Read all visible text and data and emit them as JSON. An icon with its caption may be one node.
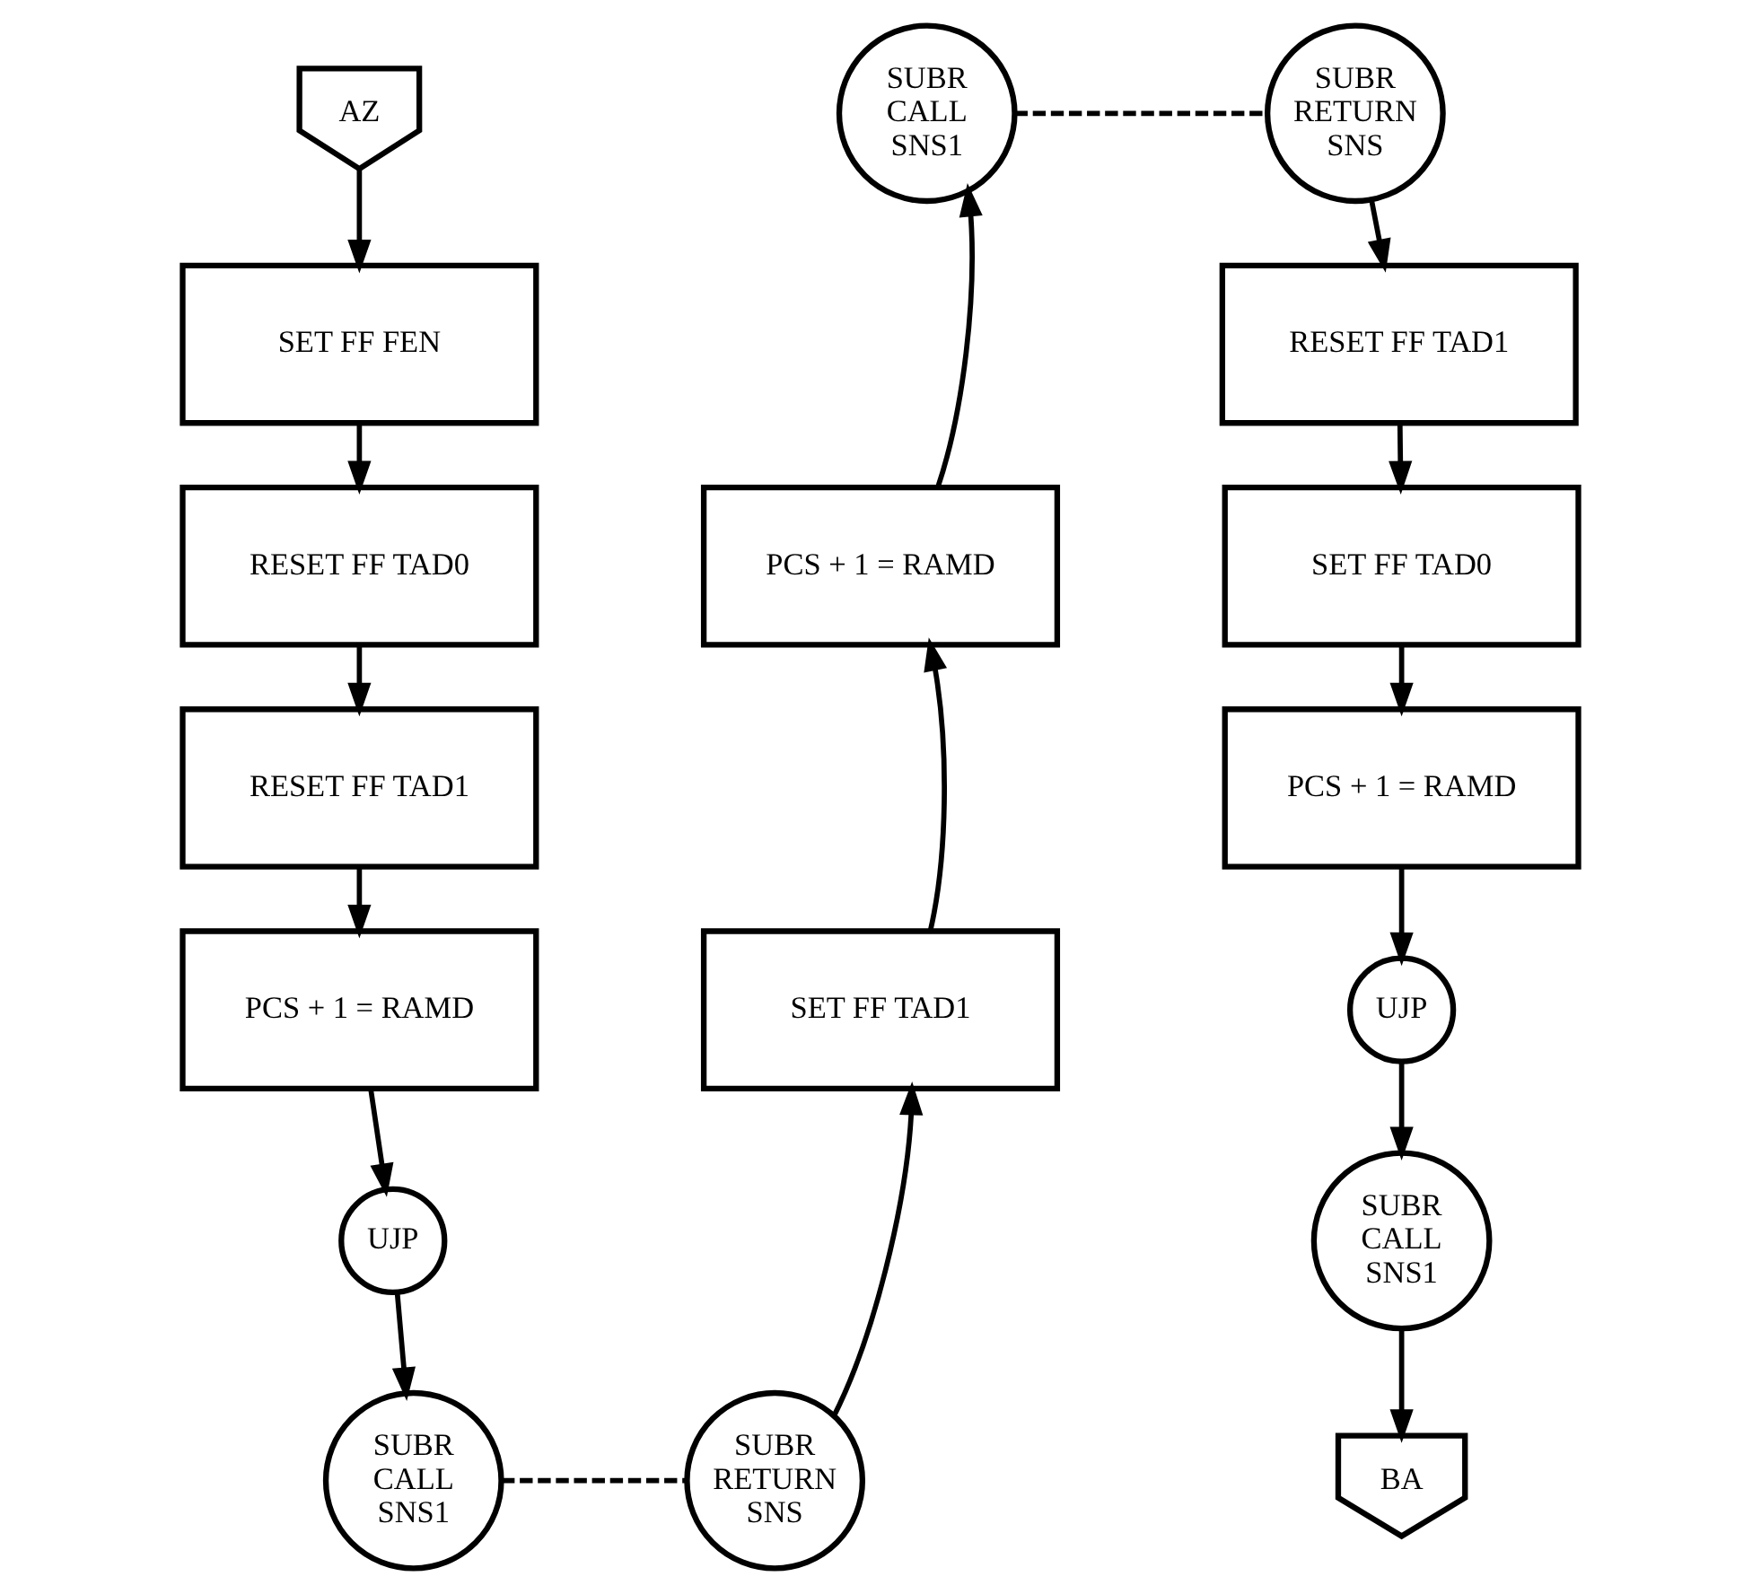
{
  "diagram": {
    "nodes": [
      {
        "text": [
          "AZ"
        ]
      },
      {
        "text": [
          "SET FF FEN"
        ]
      },
      {
        "text": [
          "RESET FF TAD0"
        ]
      },
      {
        "text": [
          "RESET FF TAD1"
        ]
      },
      {
        "text": [
          "PCS + 1 = RAMD"
        ]
      },
      {
        "text": [
          "UJP"
        ]
      },
      {
        "text": [
          "SUBR CALL SNS1"
        ]
      },
      {
        "text": [
          "SUBR RETURN SNS"
        ]
      },
      {
        "text": [
          "SET FF TAD1"
        ]
      },
      {
        "text": [
          "PCS + 1 = RAMD"
        ]
      },
      {
        "text": [
          "SUBR CALL SNS1"
        ]
      },
      {
        "text": [
          "SUBR RETURN SNS"
        ]
      },
      {
        "text": [
          "RESET FF TAD1"
        ]
      },
      {
        "text": [
          "SET FF TAD0"
        ]
      },
      {
        "text": [
          "PCS + 1 = RAMD"
        ]
      },
      {
        "text": [
          "UJP"
        ]
      },
      {
        "text": [
          "SUBR CALL SNS1"
        ]
      },
      {
        "text": [
          "BA"
        ]
      }
    ],
    "edges": [
      {
        "from": 0,
        "to": 1,
        "arrow": "to"
      },
      {
        "from": 1,
        "to": 2,
        "arrow": "to"
      },
      {
        "from": 2,
        "to": 3,
        "arrow": "to"
      },
      {
        "from": 3,
        "to": 4,
        "arrow": "to"
      },
      {
        "from": 4,
        "to": 5,
        "arrow": "to"
      },
      {
        "from": 5,
        "to": 6,
        "arrow": "to"
      },
      {
        "from": 6,
        "to": 7,
        "arrow": "none",
        "style": "dashed"
      },
      {
        "from": 7,
        "to": 8,
        "arrow": "to"
      },
      {
        "from": 8,
        "to": 9,
        "arrow": "to"
      },
      {
        "from": 9,
        "to": 10,
        "arrow": "to"
      },
      {
        "from": 10,
        "to": 11,
        "arrow": "none",
        "style": "dashed"
      },
      {
        "from": 11,
        "to": 12,
        "arrow": "to"
      },
      {
        "from": 12,
        "to": 13,
        "arrow": "to"
      },
      {
        "from": 13,
        "to": 14,
        "arrow": "to"
      },
      {
        "from": 14,
        "to": 15,
        "arrow": "to"
      },
      {
        "from": 15,
        "to": 16,
        "arrow": "to"
      },
      {
        "from": 16,
        "to": 17,
        "arrow": "to"
      }
    ]
  }
}
